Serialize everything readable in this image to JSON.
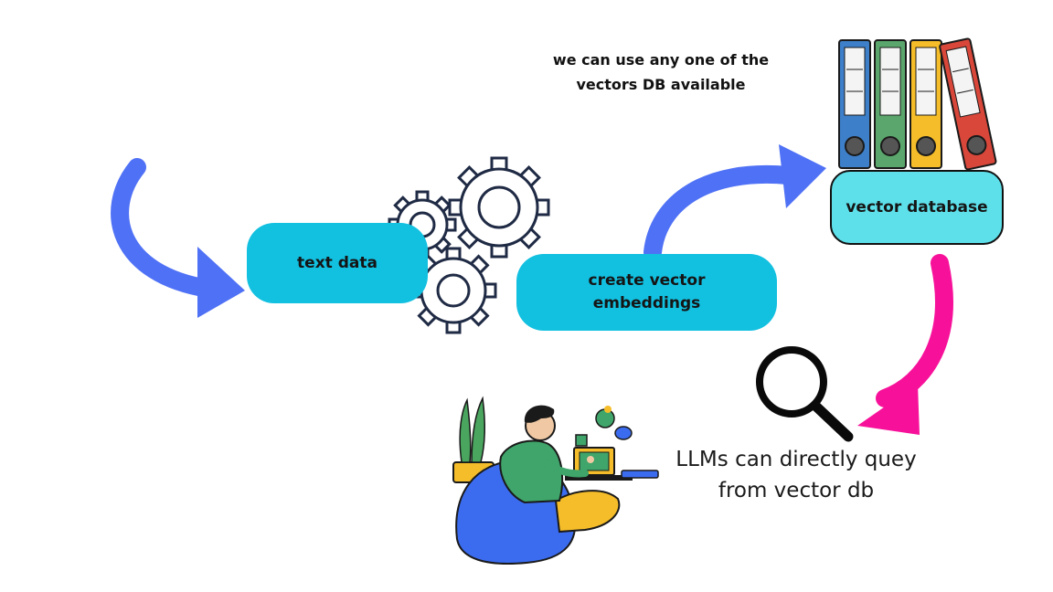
{
  "diagram": {
    "note": "we can use any one of the\nvectors DB available",
    "nodes": {
      "text_data": "text data",
      "create_embeddings": "create vector\nembeddings",
      "vector_database": "vector database"
    },
    "caption": "LLMs can directly quey\nfrom vector db"
  },
  "icons": {
    "gears": "gears-icon",
    "binders": "binders-icon",
    "search": "magnifier-icon",
    "person": "person-laptop-illustration",
    "arrows": "curved-arrow-icon"
  },
  "colors": {
    "arrow_blue": "#4f71f5",
    "arrow_pink": "#f7119a",
    "pill_cyan": "#12c0e0",
    "db_cyan": "#5de0ea",
    "binder_blue": "#3d7fc8",
    "binder_green": "#5aa66c",
    "binder_yellow": "#f5bd29",
    "binder_red": "#d9473a"
  }
}
